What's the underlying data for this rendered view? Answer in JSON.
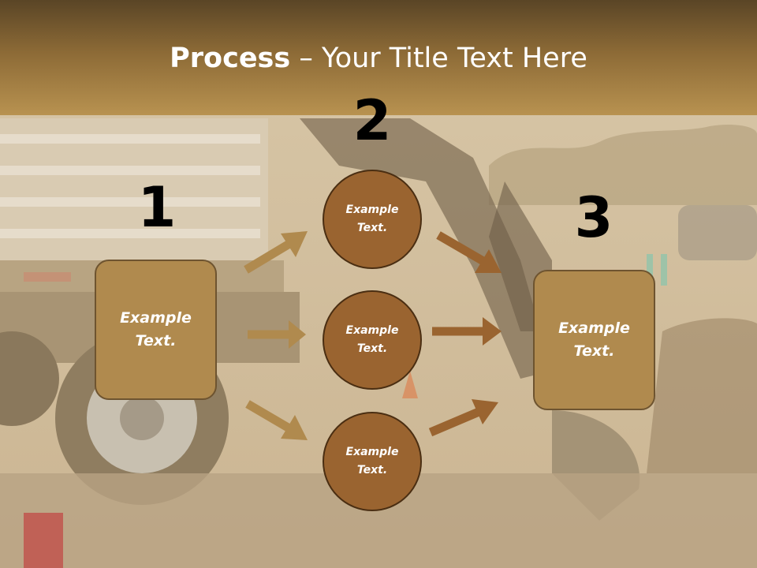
{
  "slide": {
    "title_strong": "Process",
    "title_rest": " – Your Title Text Here"
  },
  "numbers": {
    "n1": "1",
    "n2": "2",
    "n3": "3"
  },
  "boxes": {
    "left": "Example Text.",
    "right": "Example Text."
  },
  "circles": {
    "top": "Example Text.",
    "middle": "Example Text.",
    "bottom": "Example Text."
  },
  "colors": {
    "title_bar": "#8c6a36",
    "box_fill": "#b08a4e",
    "circle_fill": "#9a6430",
    "arrow_left": "#b08a4e",
    "arrow_right": "#9a6430"
  }
}
